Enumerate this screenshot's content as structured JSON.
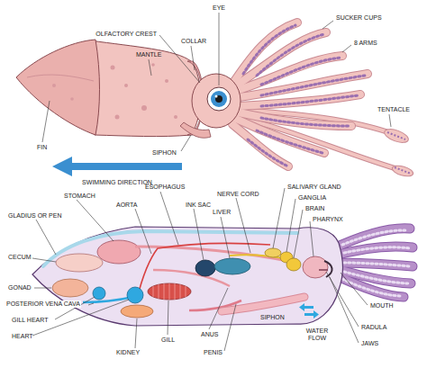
{
  "diagram": {
    "labels": [
      "EYE",
      "OLFACTORY CREST",
      "COLLAR",
      "MANTLE",
      "SUCKER CUPS",
      "8 ARMS",
      "TENTACLE",
      "FIN",
      "SIPHON",
      "SWIMMING DIRECTION",
      "ESOPHAGUS",
      "SALIVARY GLAND",
      "NERVE CORD",
      "STOMACH",
      "GANGLIA",
      "AORTA",
      "INK SAC",
      "BRAIN",
      "LIVER",
      "GLADIUS OR PEN",
      "PHARYNX",
      "CECUM",
      "GONAD",
      "SIPHON",
      "MOUTH",
      "POSTERIOR VENA CAVA",
      "WATER FLOW",
      "GILL HEART",
      "RADULA",
      "ANUS",
      "GILL",
      "HEART",
      "JAWS",
      "KIDNEY",
      "PENIS"
    ]
  }
}
